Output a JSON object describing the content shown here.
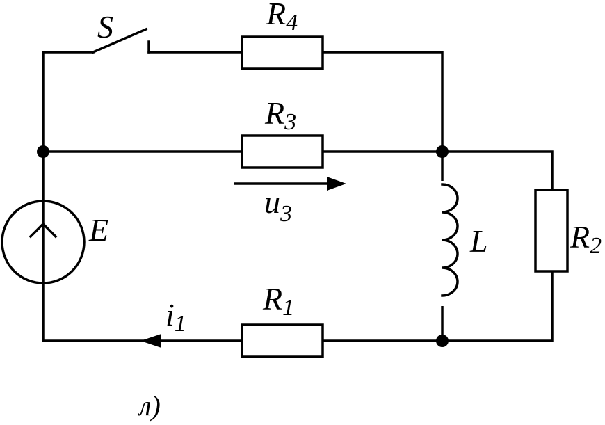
{
  "labels": {
    "switch": "S",
    "r4": {
      "main": "R",
      "sub": "4"
    },
    "r3": {
      "main": "R",
      "sub": "3"
    },
    "u3": {
      "main": "u",
      "sub": "3"
    },
    "e": "E",
    "l": "L",
    "r2": {
      "main": "R",
      "sub": "2"
    },
    "r1": {
      "main": "R",
      "sub": "1"
    },
    "i1": {
      "main": "i",
      "sub": "1"
    },
    "caption": "л)"
  },
  "colors": {
    "line": "#000000",
    "background": "#ffffff"
  }
}
